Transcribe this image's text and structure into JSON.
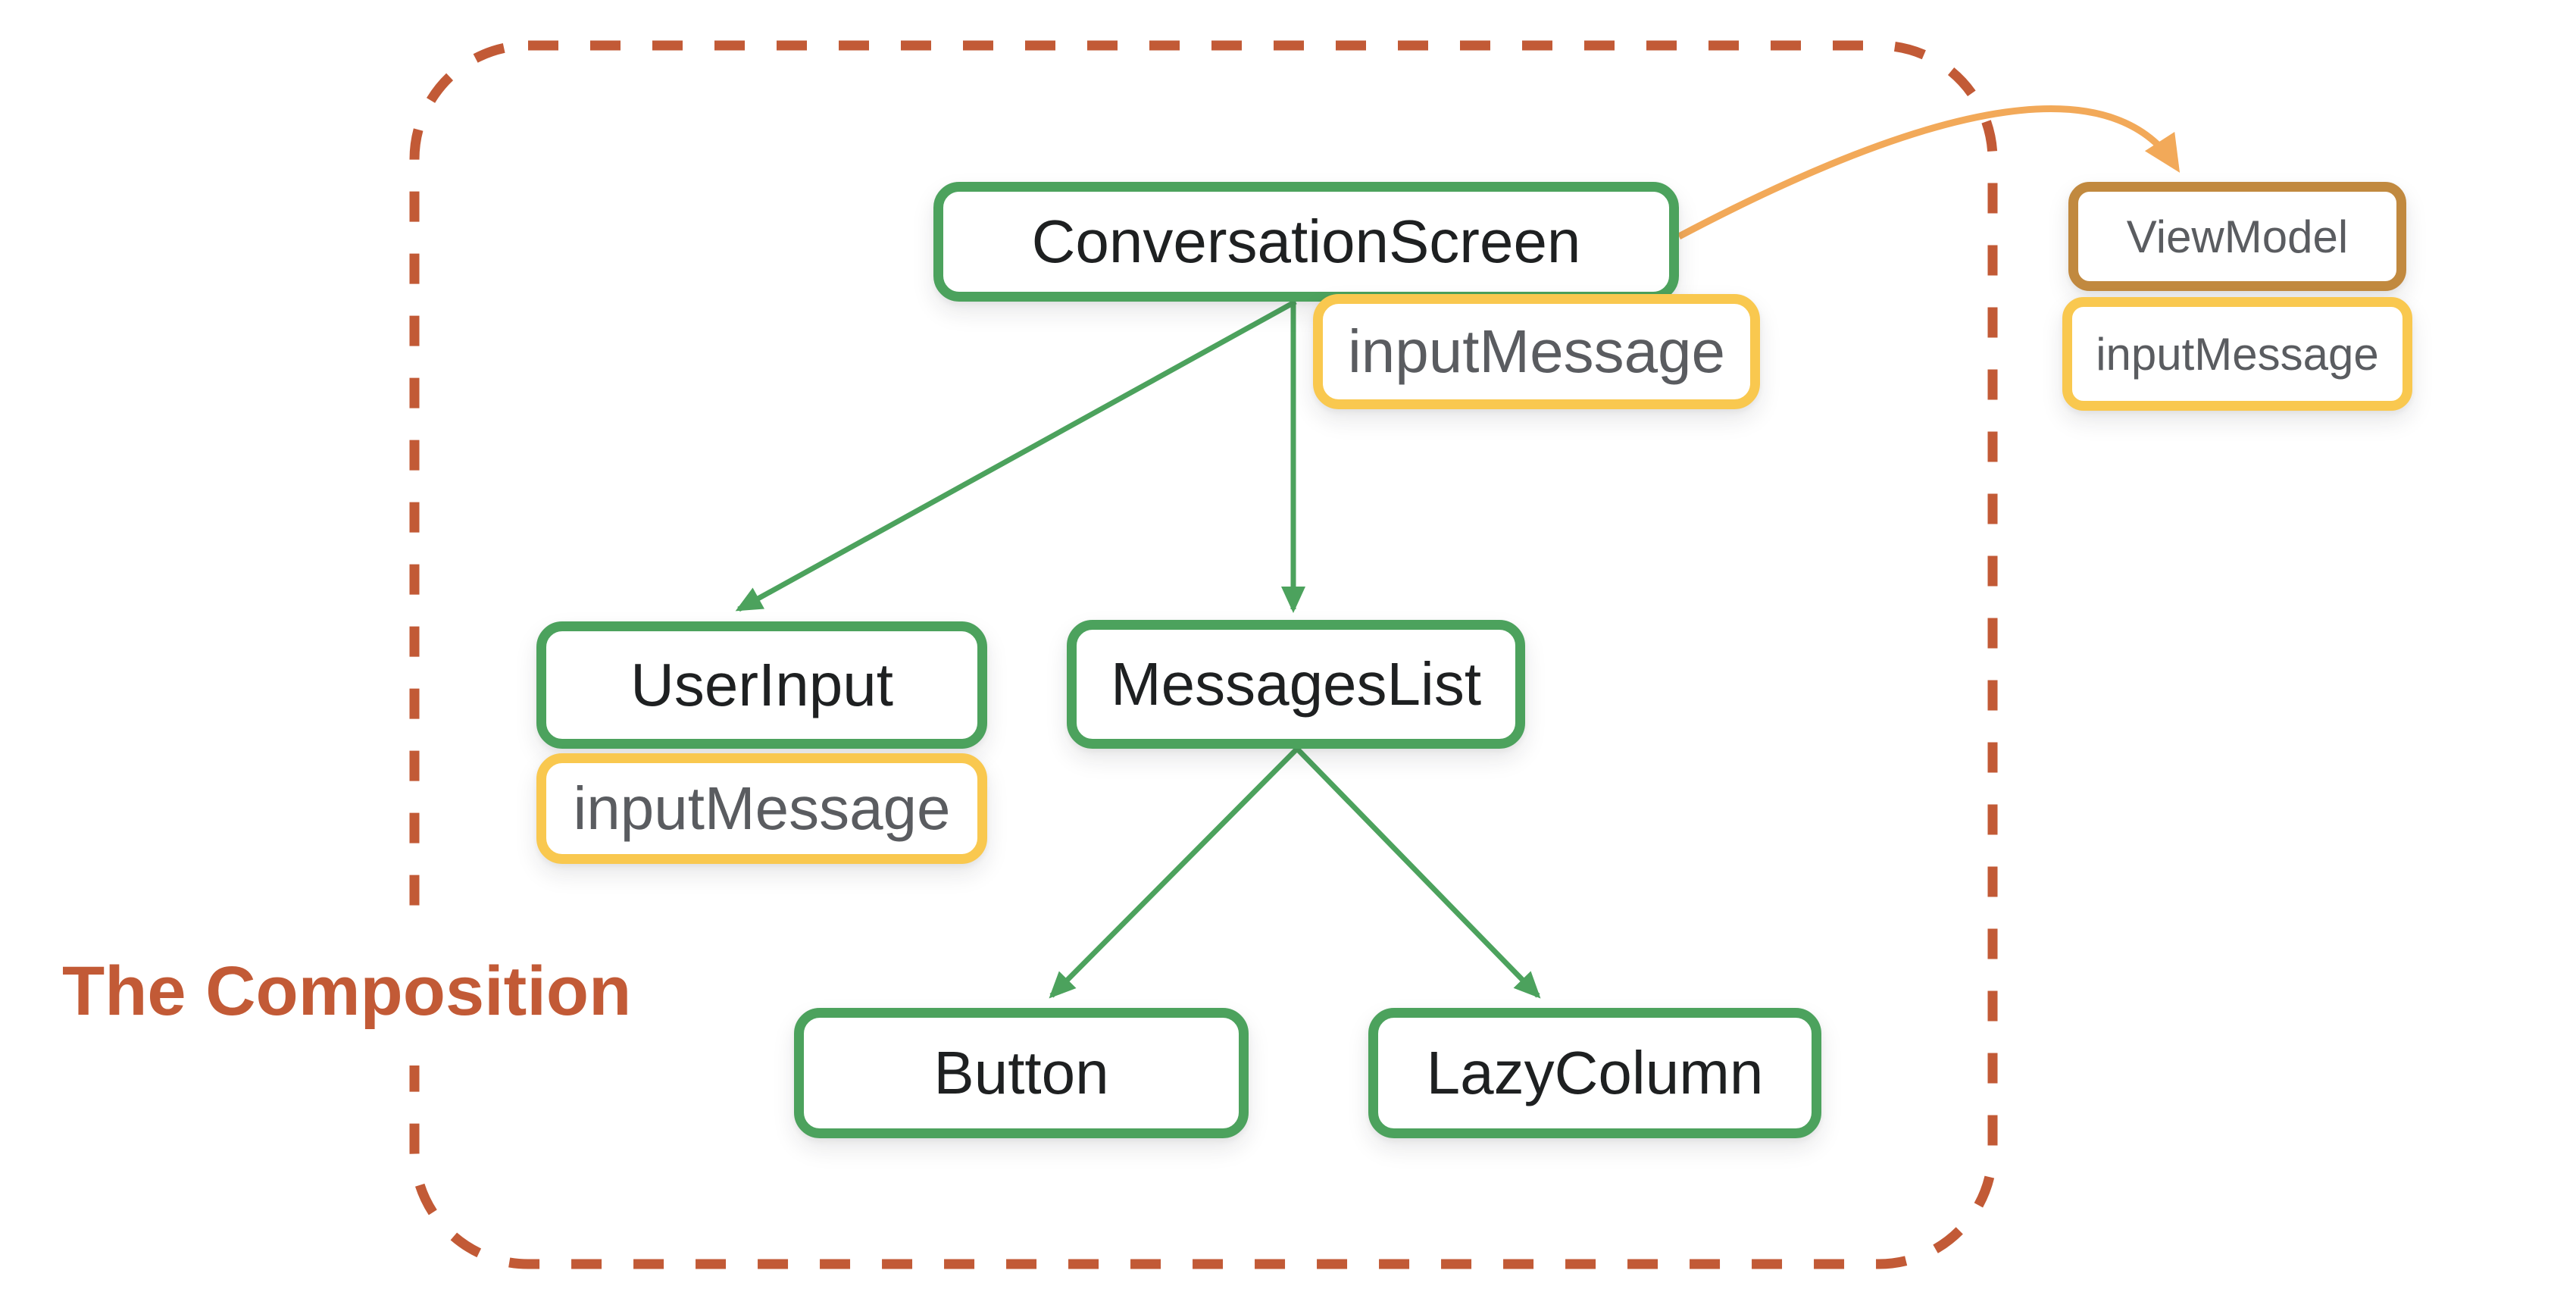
{
  "canvas": {
    "title_label": "The Composition"
  },
  "colors": {
    "green": "#4CA25D",
    "yellow": "#F9C84F",
    "brown": "#C1893F",
    "burnt": "#C25A36",
    "arrow-orange": "#F2A959",
    "node-text": "#1E2021",
    "muted-text": "#5A5C60",
    "background": "#FFFFFF"
  },
  "nodes": {
    "conversationScreen": {
      "label": "ConversationScreen",
      "kind": "composable"
    },
    "userInput": {
      "label": "UserInput",
      "kind": "composable"
    },
    "messagesList": {
      "label": "MessagesList",
      "kind": "composable"
    },
    "button": {
      "label": "Button",
      "kind": "composable"
    },
    "lazyColumn": {
      "label": "LazyColumn",
      "kind": "composable"
    },
    "viewModel": {
      "label": "ViewModel",
      "kind": "viewmodel"
    }
  },
  "badges": {
    "conversationScreenState": {
      "label": "inputMessage"
    },
    "userInputState": {
      "label": "inputMessage"
    },
    "viewModelState": {
      "label": "inputMessage"
    }
  },
  "edges": [
    {
      "from": "ConversationScreen",
      "to": "UserInput",
      "type": "composes"
    },
    {
      "from": "ConversationScreen",
      "to": "MessagesList",
      "type": "composes"
    },
    {
      "from": "MessagesList",
      "to": "Button",
      "type": "composes"
    },
    {
      "from": "MessagesList",
      "to": "LazyColumn",
      "type": "composes"
    },
    {
      "from": "ConversationScreen",
      "to": "ViewModel",
      "type": "state-hoisted-to"
    }
  ]
}
